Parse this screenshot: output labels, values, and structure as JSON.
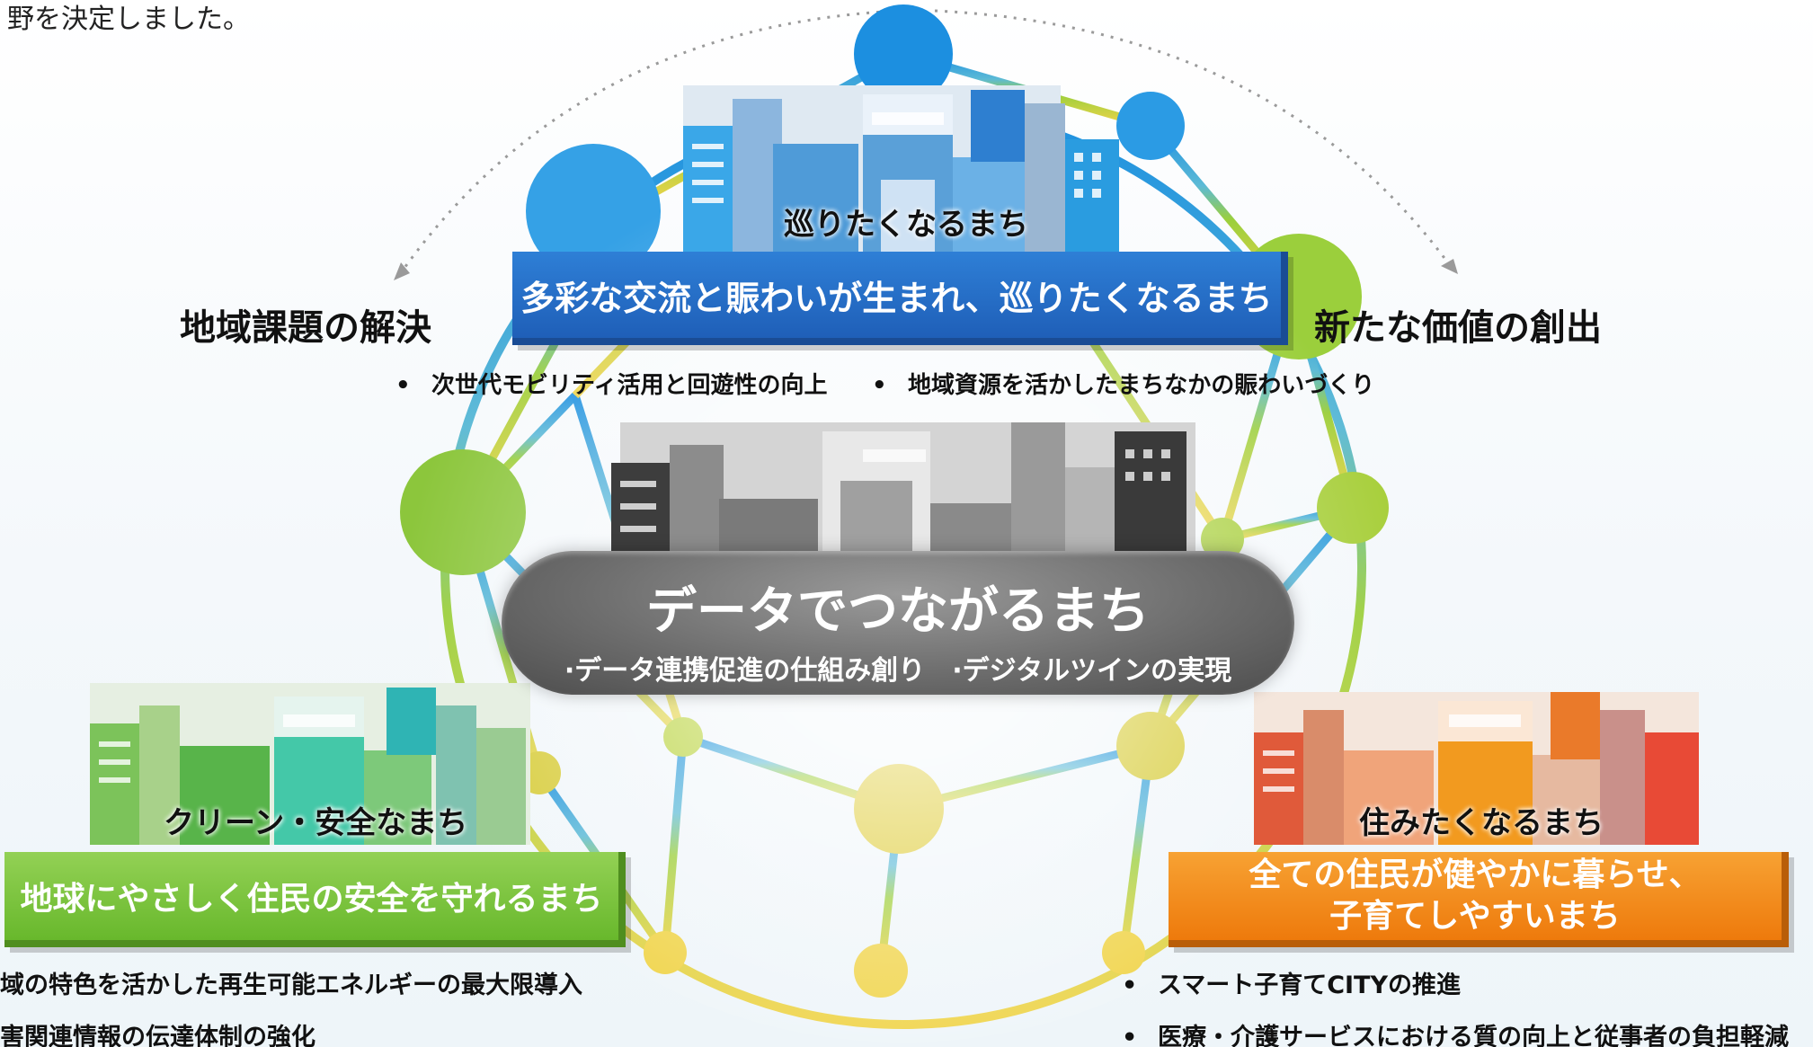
{
  "intro_text": "野を決定しました。",
  "left_theme": "地域課題の解決",
  "right_theme": "新たな価値の創出",
  "top_zone": {
    "label": "巡りたくなるまち",
    "banner": "多彩な交流と賑わいが生まれ、巡りたくなるまち",
    "bullets": [
      "次世代モビリティ活用と回遊性の向上",
      "地域資源を活かしたまちなかの賑わいづくり"
    ],
    "color": "#1f5fb8"
  },
  "center_zone": {
    "title": "データでつながるまち",
    "subtitle": "·データ連携促進の仕組み創り　·デジタルツインの実現",
    "color": "#6e6e6e"
  },
  "left_zone": {
    "label": "クリーン・安全なまち",
    "banner": "地球にやさしく住民の安全を守れるまち",
    "bullets": [
      "域の特色を活かした再生可能エネルギーの最大限導入",
      "害関連情報の伝達体制の強化"
    ],
    "color": "#68b82c"
  },
  "right_zone": {
    "label": "住みたくなるまち",
    "banner_line1": "全ての住民が健やかに暮らせ、",
    "banner_line2": "子育てしやすいまち",
    "bullets": [
      "スマート子育てCITYの推進",
      "医療・介護サービスにおける質の向上と従事者の負担軽減"
    ],
    "color": "#ee7a0c"
  }
}
